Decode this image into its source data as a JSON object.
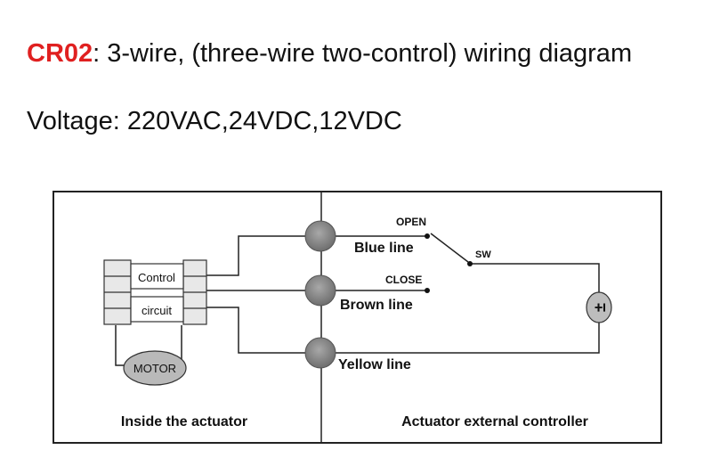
{
  "header": {
    "code": "CR02",
    "title_rest": ": 3-wire, (three-wire two-control) wiring diagram",
    "voltage": "Voltage: 220VAC,24VDC,12VDC"
  },
  "diagram": {
    "inside": {
      "control_label": "Control",
      "circuit_label": "circuit",
      "motor_label": "MOTOR",
      "caption": "Inside the actuator"
    },
    "external": {
      "open_label": "OPEN",
      "close_label": "CLOSE",
      "sw_label": "SW",
      "power_symbol": "±",
      "caption": "Actuator external controller"
    },
    "wires": {
      "blue": "Blue line",
      "brown": "Brown line",
      "yellow": "Yellow line"
    }
  }
}
